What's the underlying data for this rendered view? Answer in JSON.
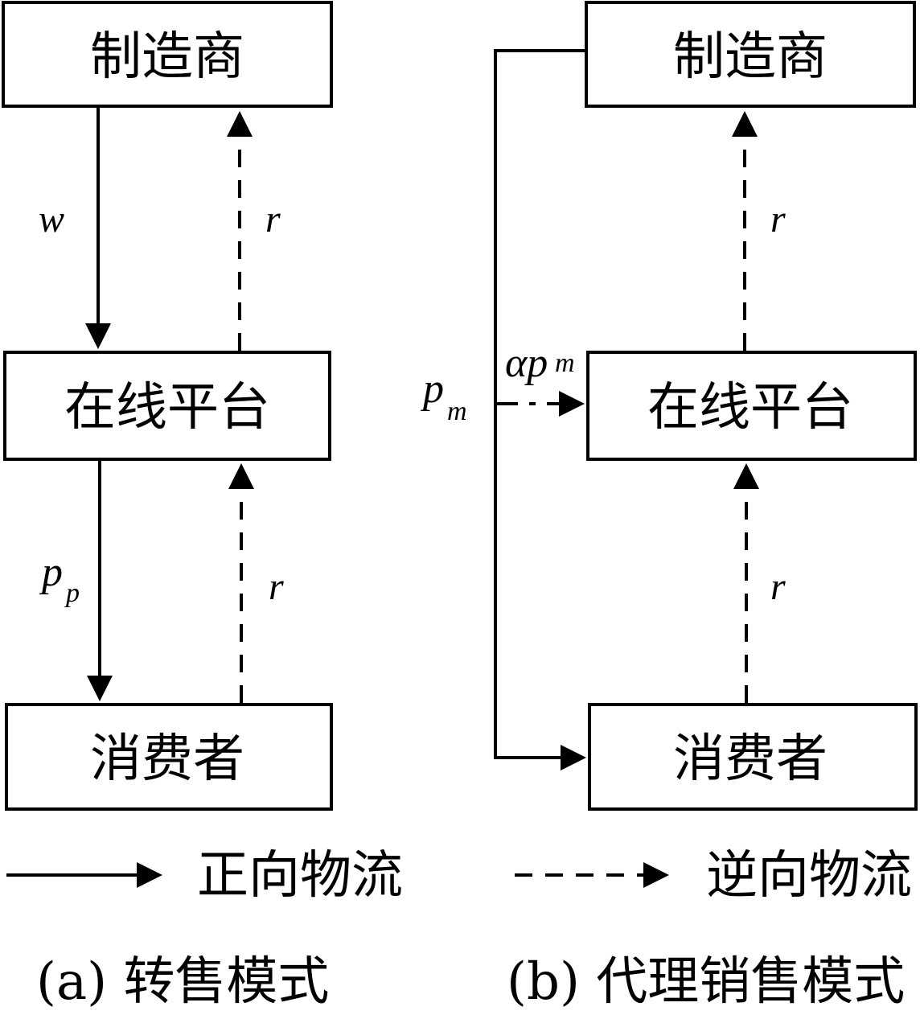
{
  "panel_a": {
    "caption": "(a) 转售模式",
    "nodes": {
      "manufacturer": "制造商",
      "platform": "在线平台",
      "consumer": "消费者"
    },
    "flows": {
      "manufacturer_to_platform": {
        "label": "w",
        "type": "forward"
      },
      "platform_to_manufacturer": {
        "label": "r",
        "type": "reverse"
      },
      "platform_to_consumer": {
        "label": "p",
        "sub": "p",
        "type": "forward"
      },
      "consumer_to_platform": {
        "label": "r",
        "type": "reverse"
      }
    }
  },
  "panel_b": {
    "caption": "(b) 代理销售模式",
    "nodes": {
      "manufacturer": "制造商",
      "platform": "在线平台",
      "consumer": "消费者"
    },
    "flows": {
      "manufacturer_to_consumer": {
        "label": "p",
        "sub": "m",
        "type": "forward"
      },
      "commission_to_platform": {
        "label": "αp",
        "sub": "m",
        "type": "commission"
      },
      "platform_to_manufacturer": {
        "label": "r",
        "type": "reverse"
      },
      "consumer_to_platform": {
        "label": "r",
        "type": "reverse"
      }
    }
  },
  "legend": {
    "forward": "正向物流",
    "reverse": "逆向物流"
  }
}
